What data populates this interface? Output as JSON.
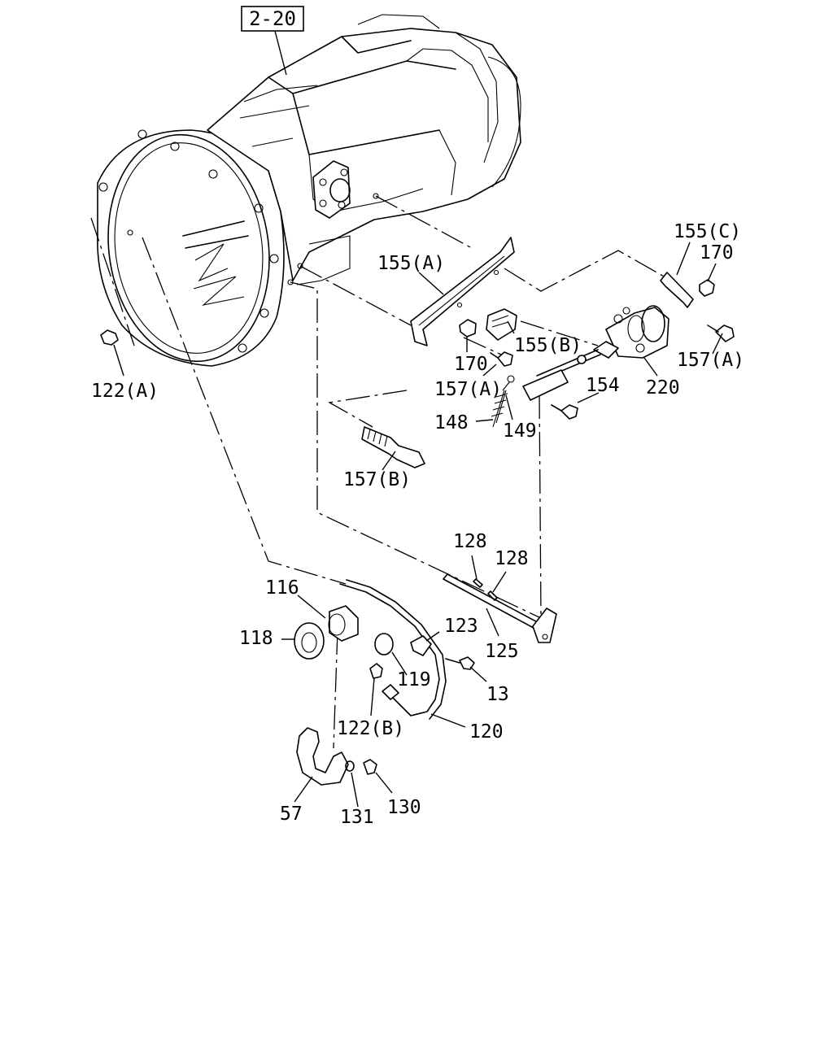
{
  "diagram": {
    "reference_box": "2-20",
    "callouts": {
      "p155C": "155(C)",
      "p170a": "170",
      "p155A": "155(A)",
      "p155B": "155(B)",
      "p170b": "170",
      "p157Aa": "157(A)",
      "p157Ab": "157(A)",
      "p220": "220",
      "p154": "154",
      "p148": "148",
      "p149": "149",
      "p157B": "157(B)",
      "p122A": "122(A)",
      "p128a": "128",
      "p128b": "128",
      "p116": "116",
      "p118": "118",
      "p123": "123",
      "p125": "125",
      "p119": "119",
      "p13": "13",
      "p122B": "122(B)",
      "p120": "120",
      "p57": "57",
      "p131": "131",
      "p130": "130"
    }
  }
}
